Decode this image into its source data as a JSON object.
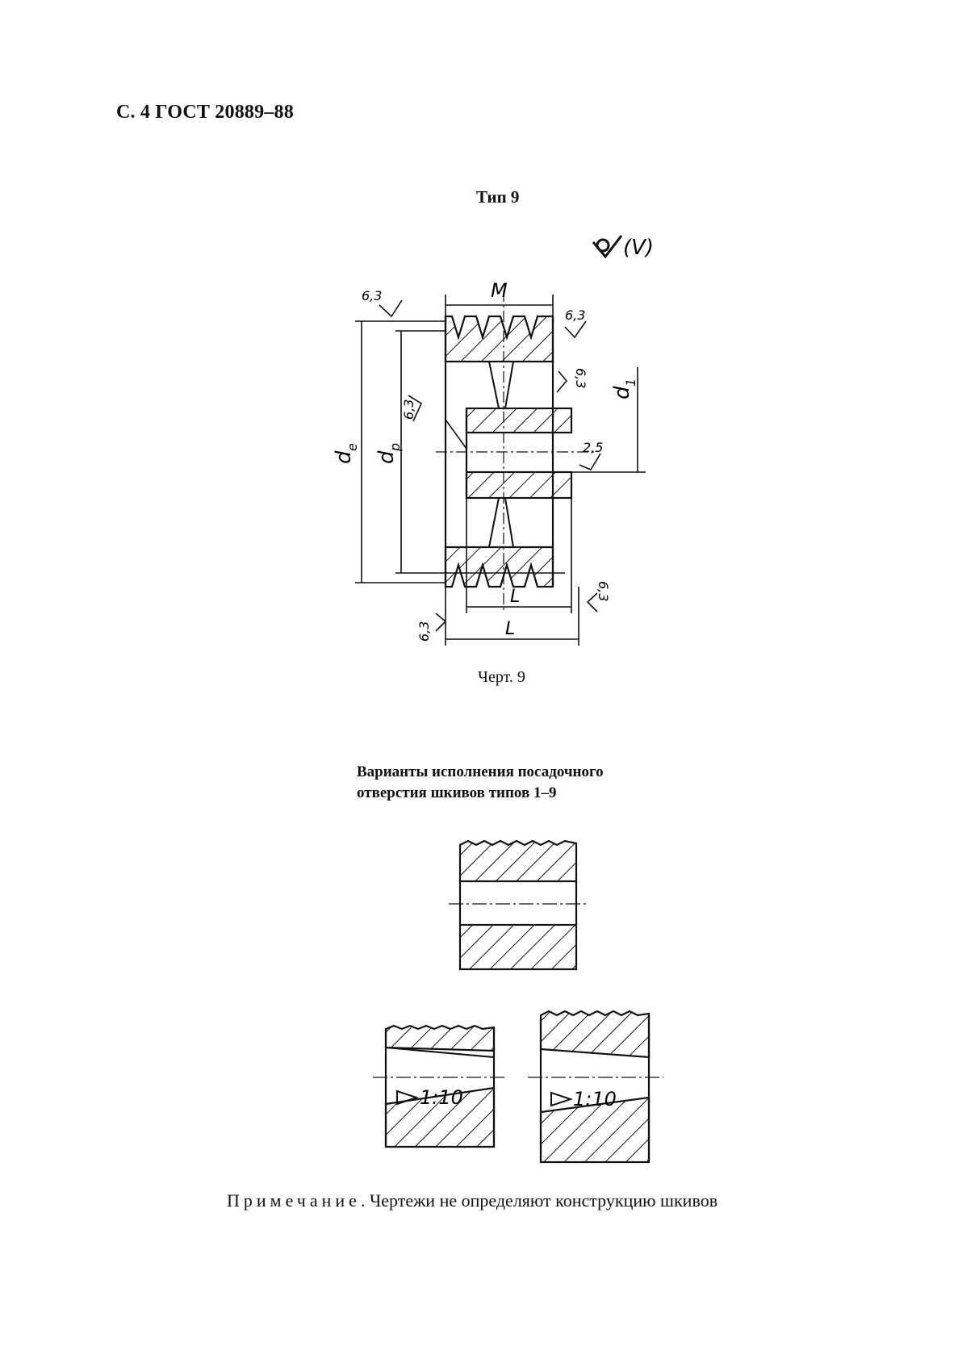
{
  "header": {
    "text": "С. 4 ГОСТ 20889–88"
  },
  "type_label": "Тип 9",
  "surface_mark": "(V)",
  "drawing": {
    "labels": {
      "M": "M",
      "de": "d",
      "de_sub": "e",
      "dp": "d",
      "dp_sub": "p",
      "d1": "d",
      "d1_sub": "1",
      "L_inner": "L",
      "L_outer": "L",
      "rough_a": "6,3",
      "rough_b": "6,3",
      "rough_c": "6,3",
      "rough_d": "6,3",
      "rough_e": "6,3",
      "rough_f": "6,3",
      "rough_bore": "2,5"
    }
  },
  "caption": "Черт. 9",
  "subtitle": {
    "line1": "Варианты исполнения посадочного",
    "line2": "отверстия шкивов типов 1–9"
  },
  "taper_left": "1:10",
  "taper_right": "1:10",
  "note": {
    "label": "Примечание",
    "text": ". Чертежи не определяют конструкцию шкивов"
  }
}
